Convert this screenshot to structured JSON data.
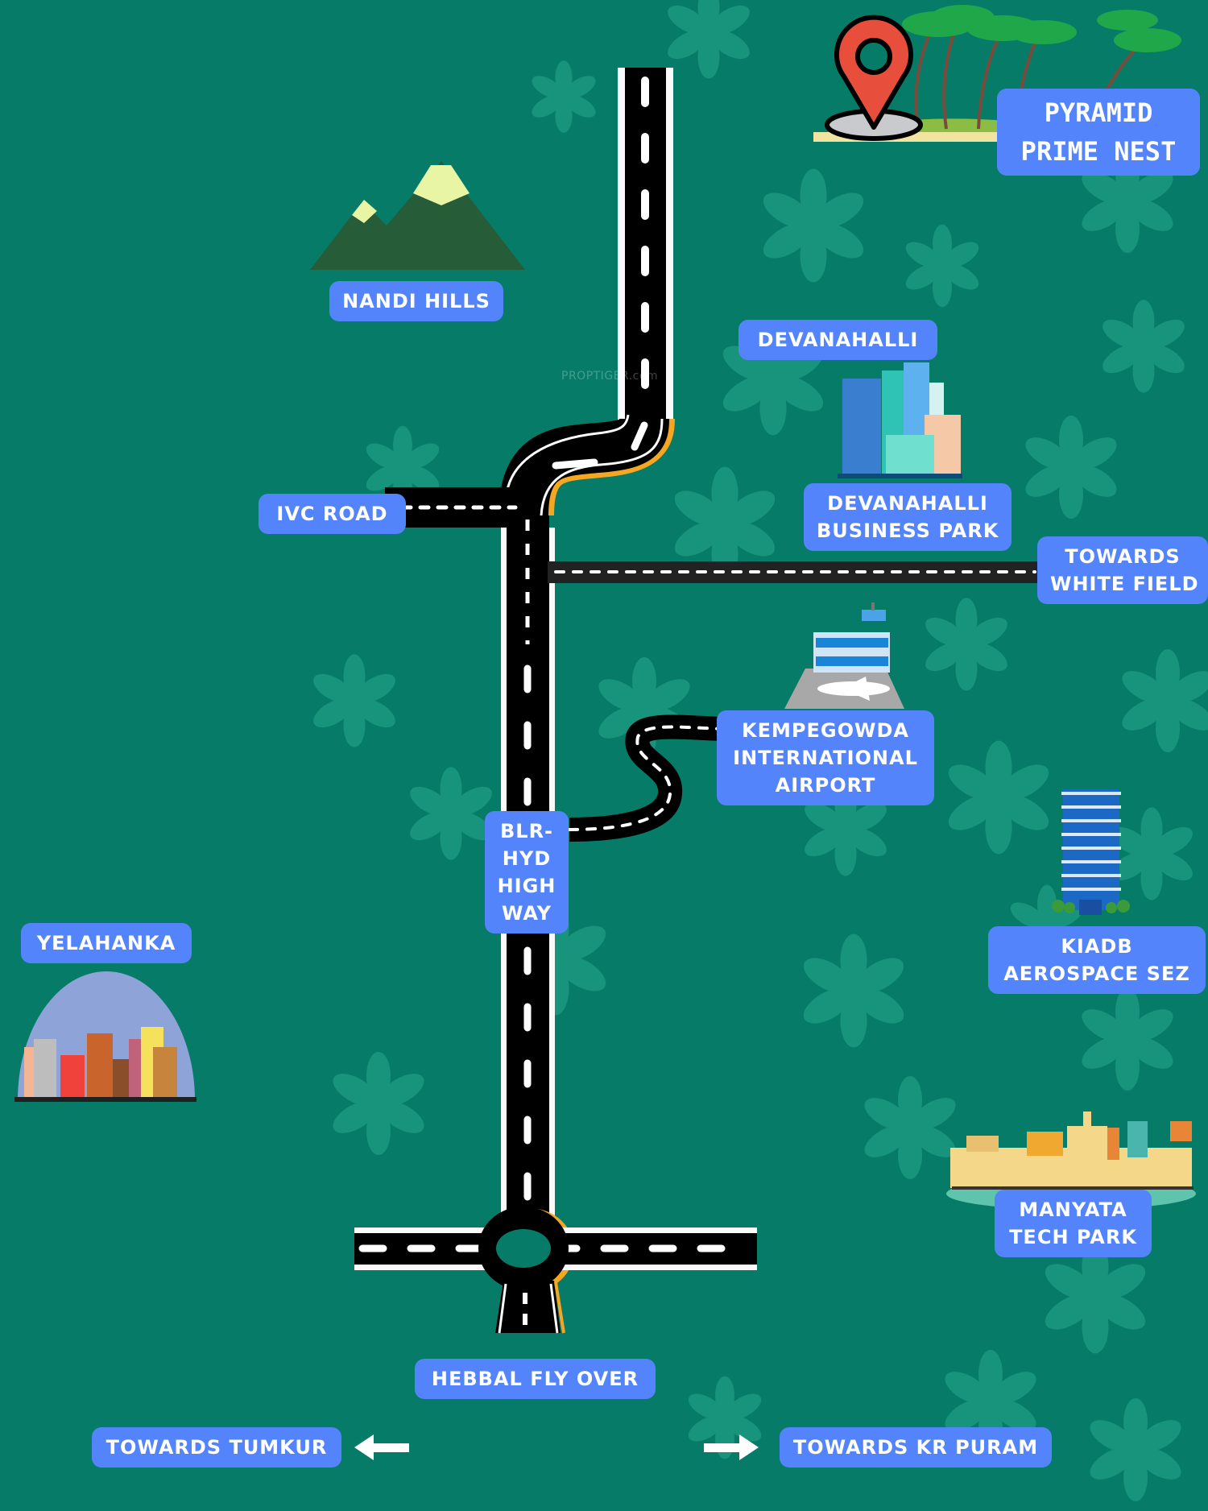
{
  "map": {
    "colors": {
      "background": "#067c68",
      "flower": "#2aa88c",
      "label_bg": "#5484fb",
      "label_text": "#ffffff",
      "road": "#000000",
      "road_edge": "#ffffff",
      "road_accent": "#f5a623",
      "pin": "#e84e3c",
      "mountain": "#265c38",
      "snow": "#e8f5a4"
    },
    "title": {
      "lines": [
        "PYRAMID",
        "PRIME NEST"
      ],
      "icon": "location-pin-icon"
    },
    "watermark": "PROPTIGER.com",
    "landmarks": [
      {
        "id": "nandi-hills",
        "lines": [
          "NANDI HILLS"
        ],
        "icon": "mountain-icon"
      },
      {
        "id": "devanahalli",
        "lines": [
          "DEVANAHALLI"
        ],
        "icon": "skyscrapers-icon"
      },
      {
        "id": "devanahalli-business-park",
        "lines": [
          "DEVANAHALLI",
          "BUSINESS PARK"
        ]
      },
      {
        "id": "ivc-road",
        "lines": [
          "IVC ROAD"
        ]
      },
      {
        "id": "towards-white-field",
        "lines": [
          "TOWARDS",
          "WHITE FIELD"
        ]
      },
      {
        "id": "kempegowda-airport",
        "lines": [
          "KEMPEGOWDA",
          "INTERNATIONAL",
          "AIRPORT"
        ],
        "icon": "airport-icon"
      },
      {
        "id": "blr-hyd-highway",
        "lines": [
          "BLR-",
          "HYD",
          "HIGH",
          "WAY"
        ]
      },
      {
        "id": "yelahanka",
        "lines": [
          "YELAHANKA"
        ],
        "icon": "city-skyline-icon"
      },
      {
        "id": "kiadb-aerospace-sez",
        "lines": [
          "KIADB",
          "AEROSPACE SEZ"
        ],
        "icon": "office-tower-icon"
      },
      {
        "id": "manyata-tech-park",
        "lines": [
          "MANYATA",
          "TECH PARK"
        ],
        "icon": "tech-park-skyline-icon"
      },
      {
        "id": "hebbal-fly-over",
        "lines": [
          "HEBBAL FLY OVER"
        ],
        "icon": "roundabout-icon"
      },
      {
        "id": "towards-tumkur",
        "lines": [
          "TOWARDS TUMKUR"
        ],
        "icon": "arrow-left-icon"
      },
      {
        "id": "towards-kr-puram",
        "lines": [
          "TOWARDS KR PURAM"
        ],
        "icon": "arrow-right-icon"
      }
    ]
  }
}
